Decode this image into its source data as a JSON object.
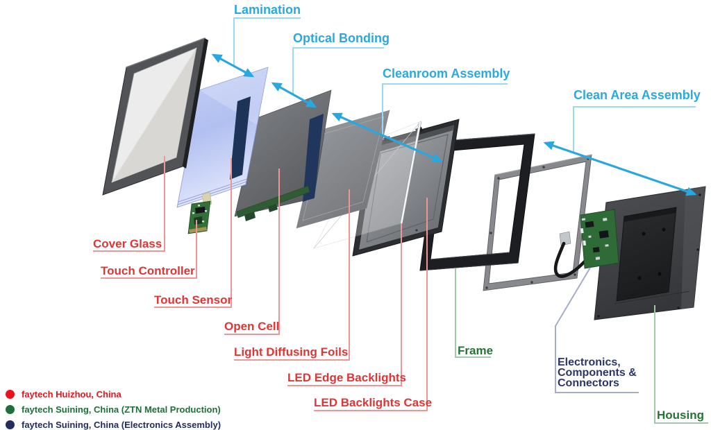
{
  "colors": {
    "process_label": "#29a9e0",
    "process_line": "#9ad9f5",
    "arrow": "#29a8e0",
    "part_label_red": "#e23434",
    "part_line_red": "#f09595",
    "metal_label_green": "#267335",
    "metal_line_green": "#9fc9a7",
    "electronics_label_navy": "#2b3568",
    "electronics_line_navy": "#a6abce",
    "legend_red": "#e8131c",
    "legend_green": "#1e6f38",
    "legend_navy": "#232c5e"
  },
  "process_labels": {
    "lamination": "Lamination",
    "optical_bonding": "Optical Bonding",
    "cleanroom_assembly": "Cleanroom Assembly",
    "clean_area_assembly": "Clean Area Assembly"
  },
  "part_labels": {
    "cover_glass": "Cover Glass",
    "touch_controller": "Touch Controller",
    "touch_sensor": "Touch Sensor",
    "open_cell": "Open Cell",
    "light_diffusing_foils": "Light Diffusing Foils",
    "led_edge_backlights": "LED Edge Backlights",
    "led_backlights_case": "LED Backlights Case",
    "frame": "Frame",
    "electronics": "Electronics,\nComponents &\nConnectors",
    "housing": "Housing"
  },
  "legend": {
    "items": [
      {
        "color": "#e8131c",
        "label": "faytech Huizhou, China"
      },
      {
        "color": "#1e6f38",
        "label": "faytech Suining, China (ZTN Metal Production)"
      },
      {
        "color": "#232c5e",
        "label": "faytech Suining, China (Electronics Assembly)"
      }
    ]
  }
}
